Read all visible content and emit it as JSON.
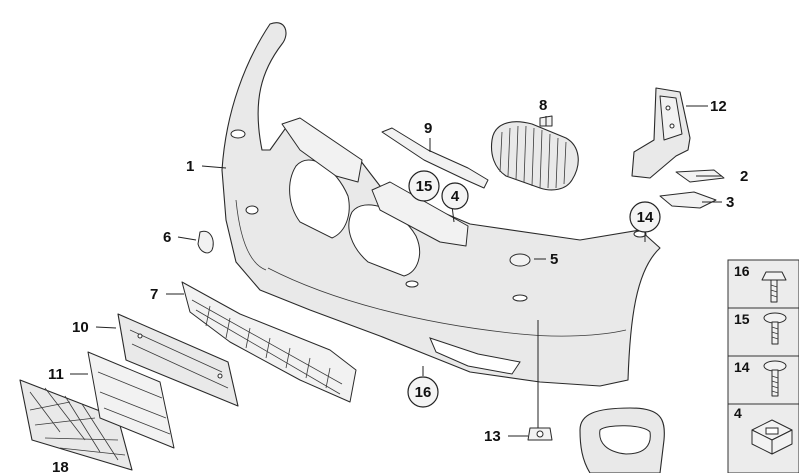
{
  "diagram": {
    "callouts": [
      {
        "id": "c1",
        "label": "1"
      },
      {
        "id": "c2",
        "label": "2"
      },
      {
        "id": "c3",
        "label": "3"
      },
      {
        "id": "c4",
        "label": "4"
      },
      {
        "id": "c5",
        "label": "5"
      },
      {
        "id": "c6",
        "label": "6"
      },
      {
        "id": "c7",
        "label": "7"
      },
      {
        "id": "c8",
        "label": "8"
      },
      {
        "id": "c9",
        "label": "9"
      },
      {
        "id": "c10",
        "label": "10"
      },
      {
        "id": "c11",
        "label": "11"
      },
      {
        "id": "c12",
        "label": "12"
      },
      {
        "id": "c13",
        "label": "13"
      },
      {
        "id": "c14",
        "label": "14"
      },
      {
        "id": "c15",
        "label": "15"
      },
      {
        "id": "c16",
        "label": "16"
      },
      {
        "id": "c18",
        "label": "18"
      }
    ],
    "sidebar": [
      {
        "label": "16"
      },
      {
        "label": "15"
      },
      {
        "label": "14"
      },
      {
        "label": "4"
      }
    ]
  }
}
